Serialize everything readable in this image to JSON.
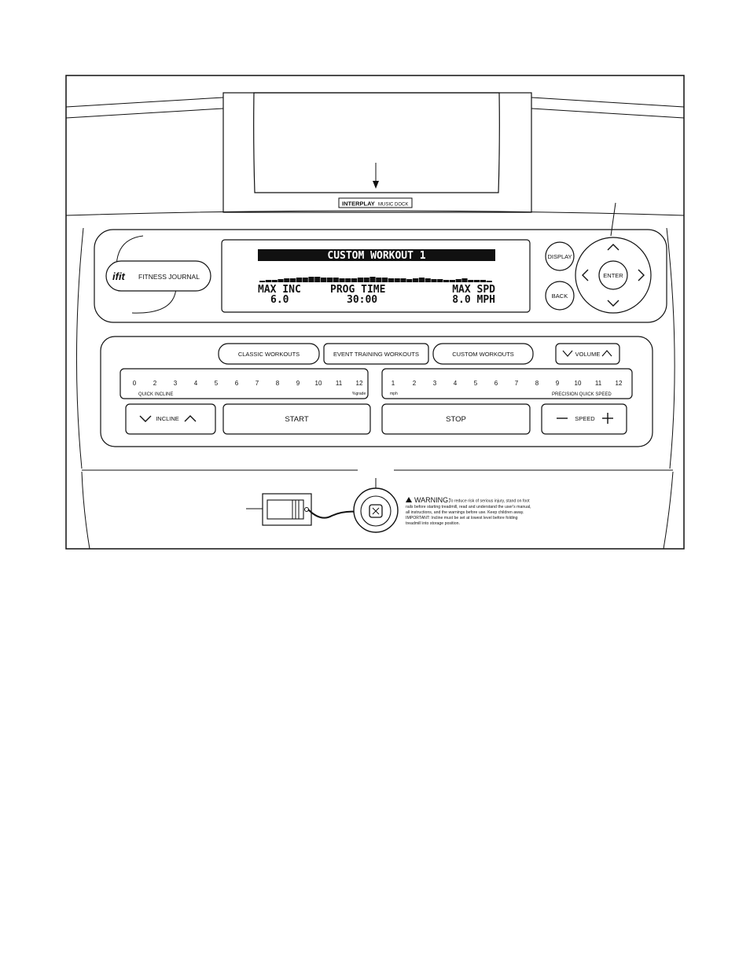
{
  "dock": {
    "brand": "INTERPLAY",
    "sub": "MUSIC DOCK"
  },
  "ifit": {
    "logo": "ifit",
    "label": "FITNESS JOURNAL"
  },
  "lcd": {
    "banner": "CUSTOM WORKOUT 1",
    "labels": [
      "MAX INC",
      "PROG TIME",
      "MAX SPD"
    ],
    "values": [
      "6.0",
      "30:00",
      "8.0 MPH"
    ]
  },
  "nav": {
    "display": "DISPLAY",
    "back": "BACK",
    "enter": "ENTER"
  },
  "workouts": {
    "classic": "CLASSIC WORKOUTS",
    "event": "EVENT TRAINING WORKOUTS",
    "custom": "CUSTOM WORKOUTS",
    "volume": "VOLUME"
  },
  "incline": {
    "numbers": [
      "0",
      "2",
      "3",
      "4",
      "5",
      "6",
      "7",
      "8",
      "9",
      "10",
      "11",
      "12"
    ],
    "label": "QUICK INCLINE",
    "unit": "%grade",
    "button": "INCLINE"
  },
  "speed": {
    "numbers": [
      "1",
      "2",
      "3",
      "4",
      "5",
      "6",
      "7",
      "8",
      "9",
      "10",
      "11",
      "12"
    ],
    "unit": "mph",
    "label": "PRECISION QUICK SPEED",
    "button": "SPEED"
  },
  "controls": {
    "start": "START",
    "stop": "STOP"
  },
  "warning": {
    "title": "WARNING:",
    "line1": "To reduce risk of serious injury, stand on foot",
    "line2": "rails before starting treadmill, read and understand the user's manual,",
    "line3": "all instructions, and the warnings before use.  Keep children away.",
    "line4": "IMPORTANT: Incline must be set at lowest level before folding",
    "line5": "treadmill into storage position."
  },
  "icons": {
    "arrow_up": "chevron-up-icon",
    "arrow_down": "chevron-down-icon",
    "arrow_left": "chevron-left-icon",
    "arrow_right": "chevron-right-icon",
    "minus": "minus-icon",
    "plus": "plus-icon",
    "warning": "warning-triangle-icon"
  }
}
